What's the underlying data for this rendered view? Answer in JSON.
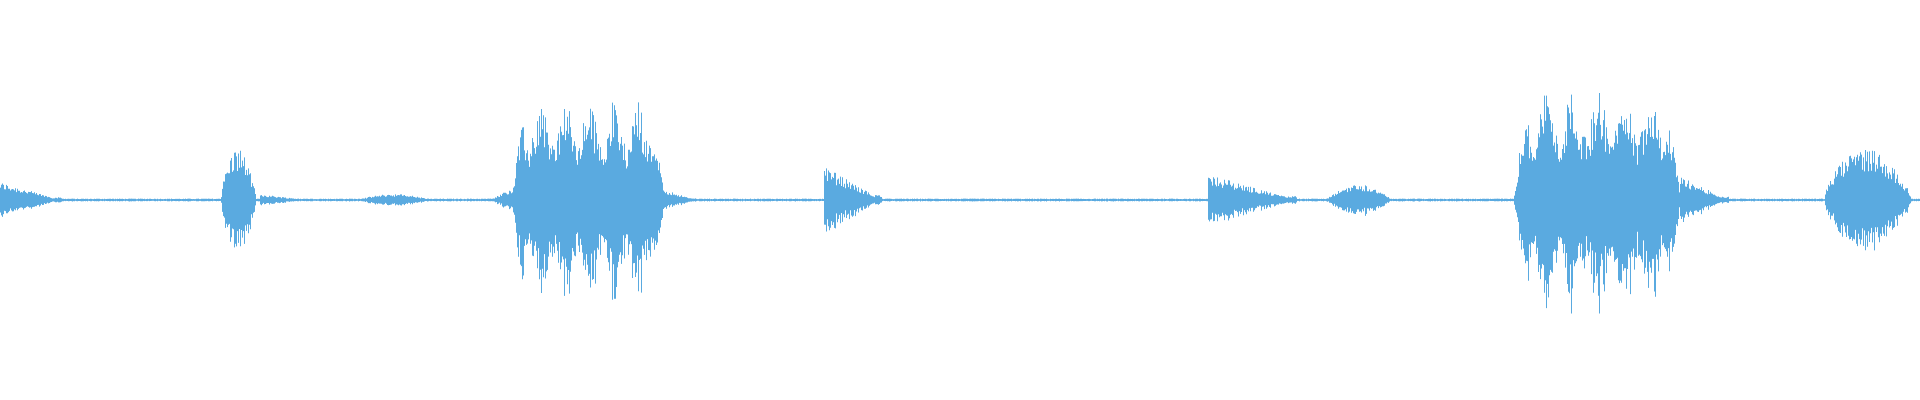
{
  "waveform": {
    "color": "#5aaae0",
    "background": "#ffffff",
    "segments": [
      {
        "start": 0.0,
        "end": 0.032,
        "amplitude": 0.09,
        "shape": "decay"
      },
      {
        "start": 0.115,
        "end": 0.135,
        "amplitude": 0.26,
        "shape": "burst"
      },
      {
        "start": 0.135,
        "end": 0.16,
        "amplitude": 0.03,
        "shape": "decay"
      },
      {
        "start": 0.185,
        "end": 0.225,
        "amplitude": 0.03,
        "shape": "bump"
      },
      {
        "start": 0.255,
        "end": 0.268,
        "amplitude": 0.07,
        "shape": "rise"
      },
      {
        "start": 0.266,
        "end": 0.346,
        "amplitude": 0.5,
        "shape": "sustain"
      },
      {
        "start": 0.344,
        "end": 0.362,
        "amplitude": 0.06,
        "shape": "decay"
      },
      {
        "start": 0.429,
        "end": 0.459,
        "amplitude": 0.17,
        "shape": "decay"
      },
      {
        "start": 0.629,
        "end": 0.675,
        "amplitude": 0.13,
        "shape": "decay"
      },
      {
        "start": 0.69,
        "end": 0.725,
        "amplitude": 0.08,
        "shape": "bump"
      },
      {
        "start": 0.788,
        "end": 0.875,
        "amplitude": 0.56,
        "shape": "sustain"
      },
      {
        "start": 0.875,
        "end": 0.9,
        "amplitude": 0.12,
        "shape": "decay"
      },
      {
        "start": 0.95,
        "end": 1.0,
        "amplitude": 0.26,
        "shape": "burst"
      }
    ]
  }
}
